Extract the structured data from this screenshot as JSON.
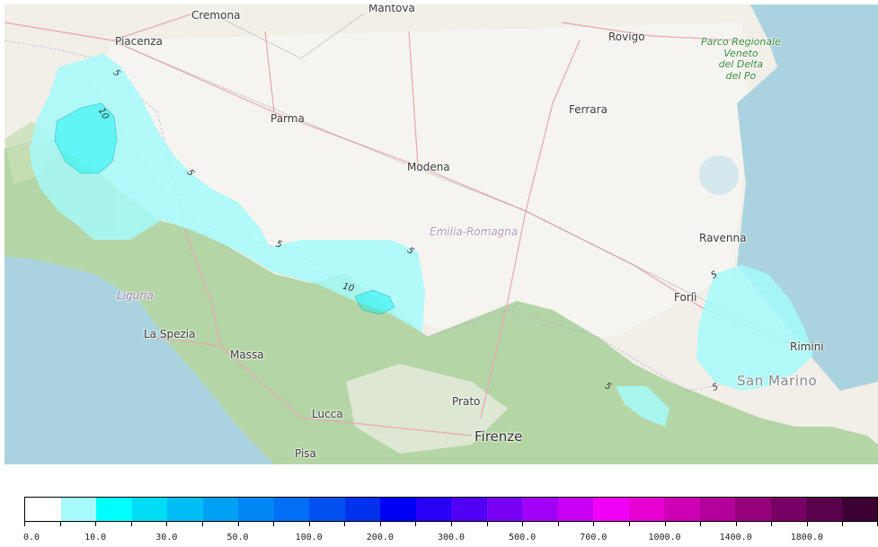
{
  "map": {
    "places": [
      {
        "id": "cremona",
        "label": "Cremona",
        "kind": "city"
      },
      {
        "id": "mantova",
        "label": "Mantova",
        "kind": "city"
      },
      {
        "id": "rovigo",
        "label": "Rovigo",
        "kind": "city"
      },
      {
        "id": "piacenza",
        "label": "Piacenza",
        "kind": "city"
      },
      {
        "id": "parma",
        "label": "Parma",
        "kind": "city"
      },
      {
        "id": "ferrara",
        "label": "Ferrara",
        "kind": "city"
      },
      {
        "id": "modena",
        "label": "Modena",
        "kind": "city"
      },
      {
        "id": "emilia",
        "label": "Emilia-Romagna",
        "kind": "region"
      },
      {
        "id": "ravenna",
        "label": "Ravenna",
        "kind": "city"
      },
      {
        "id": "forli",
        "label": "Forlì",
        "kind": "city"
      },
      {
        "id": "rimini",
        "label": "Rimini",
        "kind": "city"
      },
      {
        "id": "sanmarino",
        "label": "San Marino",
        "kind": "sanmarino"
      },
      {
        "id": "liguria",
        "label": "Liguria",
        "kind": "liguria"
      },
      {
        "id": "laspezia",
        "label": "La Spezia",
        "kind": "city"
      },
      {
        "id": "massa",
        "label": "Massa",
        "kind": "city"
      },
      {
        "id": "lucca",
        "label": "Lucca",
        "kind": "city"
      },
      {
        "id": "prato",
        "label": "Prato",
        "kind": "city"
      },
      {
        "id": "firenze",
        "label": "Firenze",
        "kind": "bigcity"
      },
      {
        "id": "pisa",
        "label": "Pisa",
        "kind": "city"
      }
    ],
    "park": {
      "lines": [
        "Parco Regionale",
        "Veneto",
        "del Delta",
        "del Po"
      ]
    },
    "contour_labels": [
      {
        "id": "c1",
        "text": "5"
      },
      {
        "id": "c2",
        "text": "10"
      },
      {
        "id": "c3",
        "text": "5"
      },
      {
        "id": "c4",
        "text": "5"
      },
      {
        "id": "c5",
        "text": "5"
      },
      {
        "id": "c6",
        "text": "10"
      },
      {
        "id": "c7",
        "text": "5"
      },
      {
        "id": "c8",
        "text": "5"
      },
      {
        "id": "c9",
        "text": "5"
      }
    ],
    "colors": {
      "sea": "#aad3df",
      "land": "#f2efe9",
      "hills": "#add19e",
      "precip_5": "#a6fafa",
      "precip_10": "#00f2f2"
    }
  },
  "colorbar": {
    "colors": [
      "#ffffff",
      "#a6fafa",
      "#00fefe",
      "#00dcf5",
      "#00bef5",
      "#00a0f5",
      "#0087f5",
      "#006ef5",
      "#0050f0",
      "#0032ee",
      "#0000f5",
      "#2800f5",
      "#5000f5",
      "#7800f5",
      "#a000f5",
      "#c800f5",
      "#f000f5",
      "#e600d2",
      "#cd00b4",
      "#b4009b",
      "#96007d",
      "#780064",
      "#5a004b",
      "#3c0032"
    ],
    "tick_labels": [
      "0.0",
      "10.0",
      "30.0",
      "50.0",
      "100.0",
      "200.0",
      "300.0",
      "500.0",
      "700.0",
      "1000.0",
      "1400.0",
      "1800.0"
    ]
  }
}
